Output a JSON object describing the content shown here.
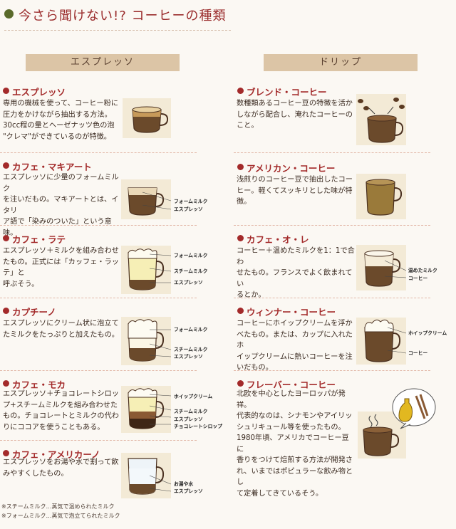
{
  "title": "今さら聞けない!? コーヒーの種類",
  "espresso_header": "エスプレッソ",
  "drip_header": "ドリップ",
  "espresso": [
    {
      "name": "エスプレッソ",
      "desc": [
        "専用の機械を使って、コーヒー粉に",
        "圧力をかけながら抽出する方法。",
        "30cc程の量とヘーゼナッツ色の泡",
        "\"クレマ\"ができているのが特徴。"
      ],
      "labels": []
    },
    {
      "name": "カフェ・マキアート",
      "desc": [
        "エスプレッソに少量のフォームミルク",
        "を注いだもの。マキアートとは、イタリ",
        "ア語で「染みのついた」という意味。"
      ],
      "labels": [
        "フォームミルク",
        "エスプレッソ"
      ]
    },
    {
      "name": "カフェ・ラテ",
      "desc": [
        "エスプレッソ＋ミルクを組み合わせ",
        "たもの。正式には「カッフェ・ラッテ」と",
        "呼ぶそう。"
      ],
      "labels": [
        "フォームミルク",
        "スチームミルク",
        "エスプレッソ"
      ]
    },
    {
      "name": "カプチーノ",
      "desc": [
        "エスプレッソにクリーム状に泡立て",
        "たミルクをたっぷりと加えたもの。"
      ],
      "labels": [
        "フォームミルク",
        "スチームミルク",
        "エスプレッソ"
      ]
    },
    {
      "name": "カフェ・モカ",
      "desc": [
        "エスプレッソ＋チョコレートシロッ",
        "プ+スチームミルクを組み合わせた",
        "もの。チョコレートとミルクの代わ",
        "りにココアを使うこともある。"
      ],
      "labels": [
        "ホイップクリーム",
        "スチームミルク",
        "エスプレッソ",
        "チョコレートシロップ"
      ]
    },
    {
      "name": "カフェ・アメリカーノ",
      "desc": [
        "エスプレッソをお湯や水で割って飲",
        "みやすくしたもの。"
      ],
      "labels": [
        "お湯や水",
        "エスプレッソ"
      ]
    }
  ],
  "drip": [
    {
      "name": "ブレンド・コーヒー",
      "desc": [
        "数種類あるコーヒー豆の特徴を活か",
        "しながら配合し、淹れたコーヒーの",
        "こと。"
      ],
      "labels": []
    },
    {
      "name": "アメリカン・コーヒー",
      "desc": [
        "浅煎りのコーヒー豆で抽出したコー",
        "ヒー。軽くてスッキリとした味が特徴。"
      ],
      "labels": []
    },
    {
      "name": "カフェ・オ・レ",
      "desc": [
        "コーヒー＋温めたミルクを1：1で合わ",
        "せたもの。フランスでよく飲まれてい",
        "るとか。"
      ],
      "labels": [
        "温めたミルク",
        "コーヒー"
      ]
    },
    {
      "name": "ウィンナー・コーヒー",
      "desc": [
        "コーヒーにホイップクリームを浮か",
        "べたもの。または、カップに入れたホ",
        "イップクリームに熱いコーヒーを注",
        "いだもの。"
      ],
      "labels": [
        "ホイップクリーム",
        "コーヒー"
      ]
    },
    {
      "name": "フレーバー・コーヒー",
      "desc": [
        "北欧を中心としたヨーロッパが発祥。",
        "代表的なのは、シナモンやアイリッ",
        "シュリキュール等を使ったもの。",
        "1980年頃、アメリカでコーヒー豆に",
        "香りをつけて焙煎する方法が開発さ",
        "れ、いまではポピュラーな飲み物とし",
        "て定着してきているそう。"
      ],
      "labels": []
    }
  ],
  "footnotes": [
    "※スチームミルク…蒸気で温められたミルク",
    "※フォームミルク…蒸気で泡立てられたミルク"
  ],
  "colors": {
    "accent": "#a32a2a",
    "header_bg": "#dcc5a6",
    "coffee": "#6b4a2b",
    "crema": "#b8864a",
    "milk": "#f6efb6"
  }
}
